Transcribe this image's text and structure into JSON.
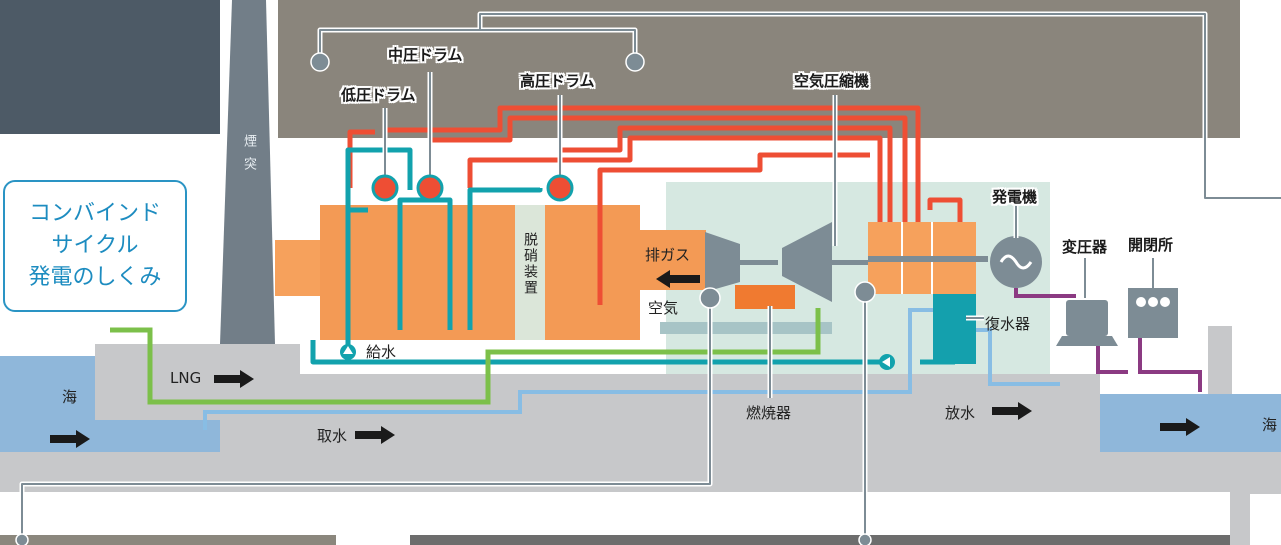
{
  "title": {
    "line1": "コンバインド",
    "line2": "サイクル",
    "line3": "発電のしくみ"
  },
  "labels": {
    "chimney": "煙突",
    "mid_drum": "中圧ドラム",
    "low_drum": "低圧ドラム",
    "high_drum": "高圧ドラム",
    "compressor": "空気圧縮機",
    "generator": "発電機",
    "transformer": "変圧器",
    "switchyard": "開閉所",
    "denitration": "脱硝装置",
    "exhaust_gas": "排ガス",
    "air": "空気",
    "condenser": "復水器",
    "feedwater": "給水",
    "lng": "LNG",
    "sea_left": "海",
    "sea_right": "海",
    "water_intake": "取水",
    "combustor": "燃焼器",
    "water_discharge": "放水"
  },
  "colors": {
    "steam": "#ee4e34",
    "water": "#12a2ad",
    "lng": "#7cc04a",
    "cooling_water": "#88bde4",
    "power": "#8b3a82",
    "boiler": "#f39a55",
    "sea": "#8fb7da",
    "ground": "#c7c8ca",
    "title": "#1d8cc0"
  }
}
